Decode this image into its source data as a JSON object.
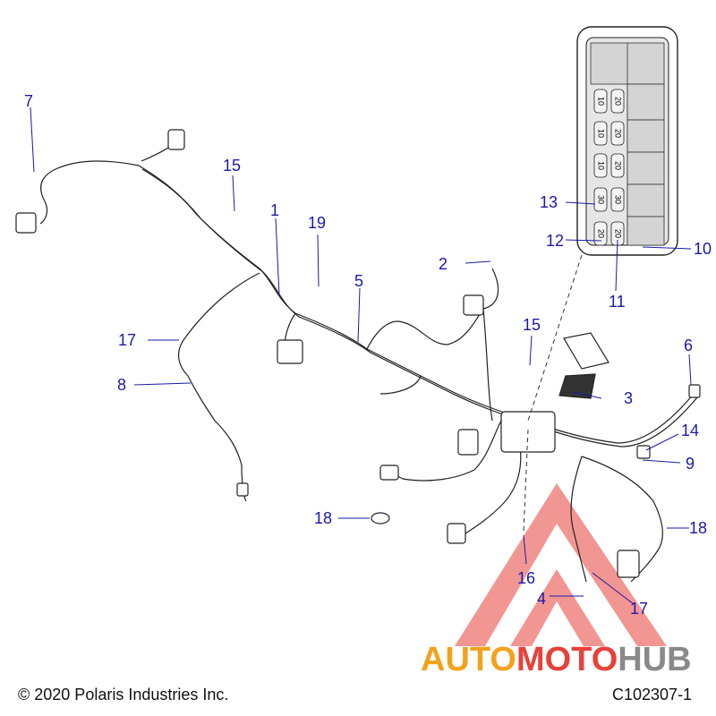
{
  "callouts": {
    "c1": "1",
    "c2": "2",
    "c3": "3",
    "c4": "4",
    "c5": "5",
    "c6": "6",
    "c7": "7",
    "c8": "8",
    "c9": "9",
    "c10": "10",
    "c11": "11",
    "c12": "12",
    "c13": "13",
    "c14": "14",
    "c15a": "15",
    "c15b": "15",
    "c16": "16",
    "c17a": "17",
    "c17b": "17",
    "c18a": "18",
    "c18b": "18",
    "c19": "19"
  },
  "fuse_box": {
    "fuse_ratings": [
      "10",
      "20",
      "10",
      "20",
      "10",
      "20",
      "30",
      "30",
      "20",
      "20"
    ]
  },
  "footer": {
    "copyright": "© 2020 Polaris Industries Inc.",
    "part_code": "C102307-1"
  },
  "watermark": {
    "text_auto": "AUTO",
    "text_moto": "MOTO",
    "text_hub": "HUB",
    "color_red": "#e8413b",
    "color_orange": "#f4a21c",
    "color_gray": "#8a8a8a"
  }
}
